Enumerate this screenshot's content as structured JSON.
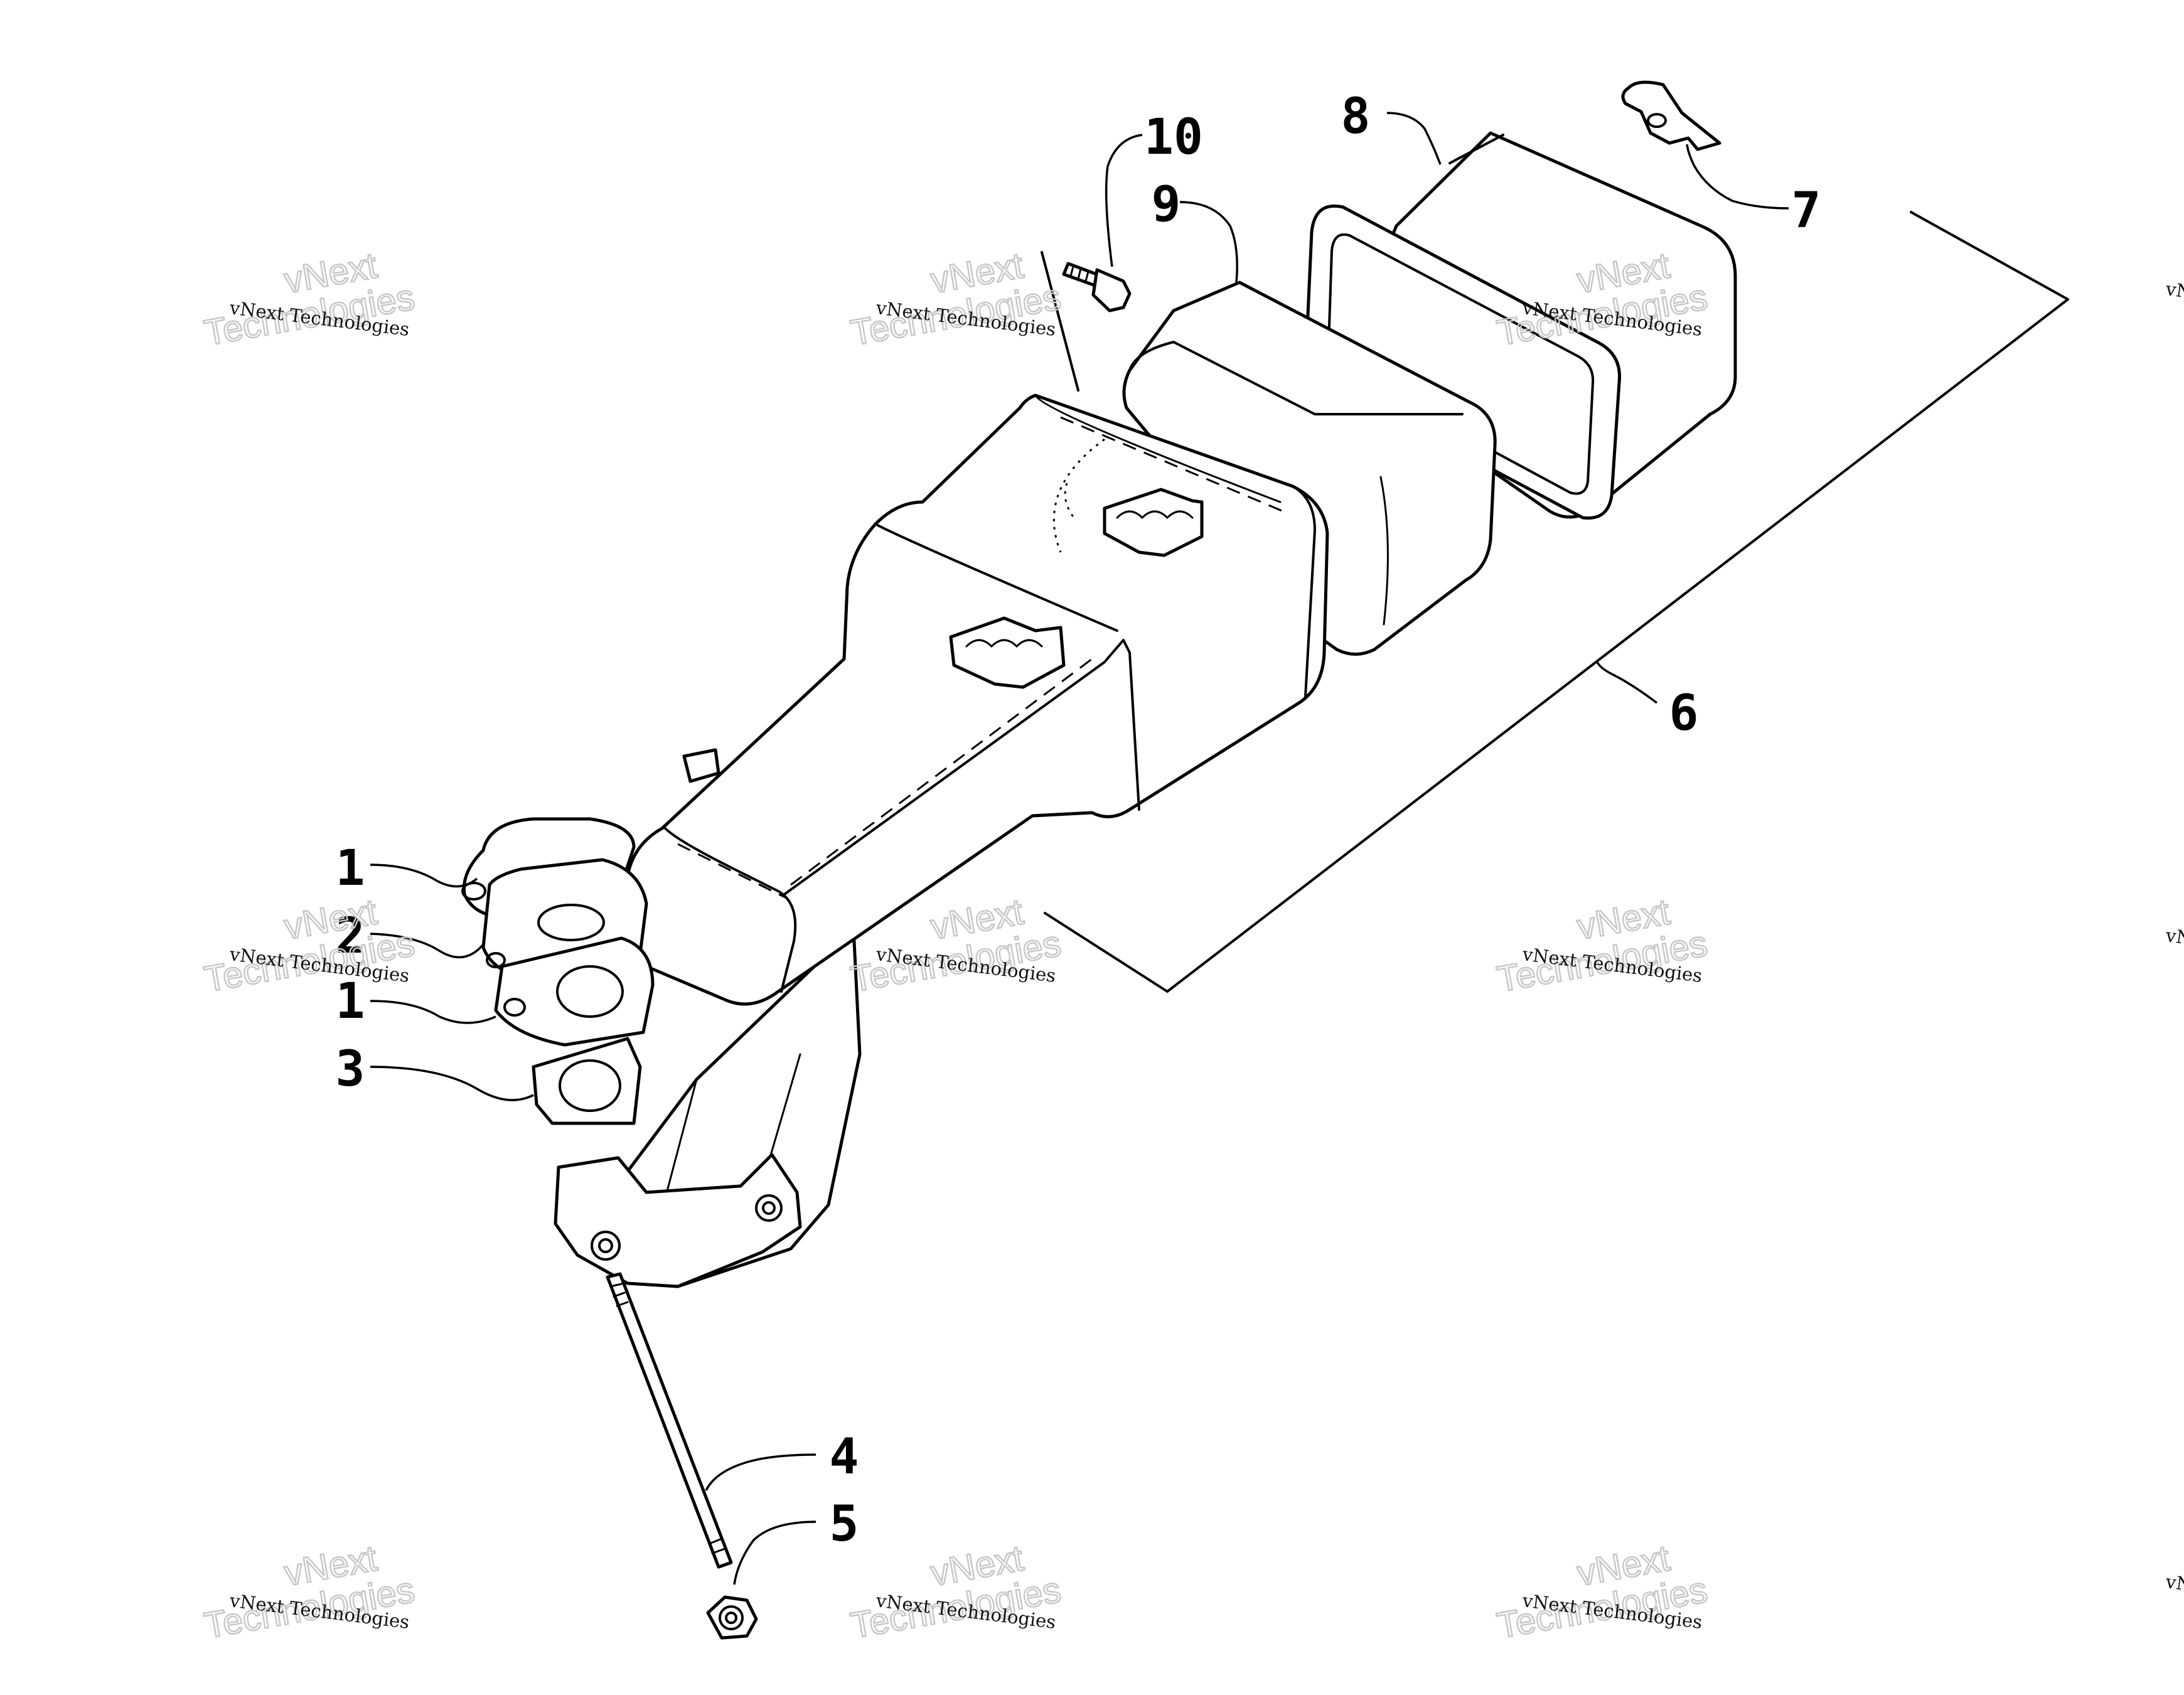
{
  "callouts": [
    {
      "id": "c1a",
      "text": "1"
    },
    {
      "id": "c2",
      "text": "2"
    },
    {
      "id": "c1b",
      "text": "1"
    },
    {
      "id": "c3",
      "text": "3"
    },
    {
      "id": "c4",
      "text": "4"
    },
    {
      "id": "c5",
      "text": "5"
    },
    {
      "id": "c6",
      "text": "6"
    },
    {
      "id": "c7",
      "text": "7"
    },
    {
      "id": "c8",
      "text": "8"
    },
    {
      "id": "c9",
      "text": "9"
    },
    {
      "id": "c10",
      "text": "10"
    }
  ],
  "watermark": {
    "line1": "vNext Technologies",
    "outline_top": "vNext",
    "outline_bottom": "Technologies"
  }
}
